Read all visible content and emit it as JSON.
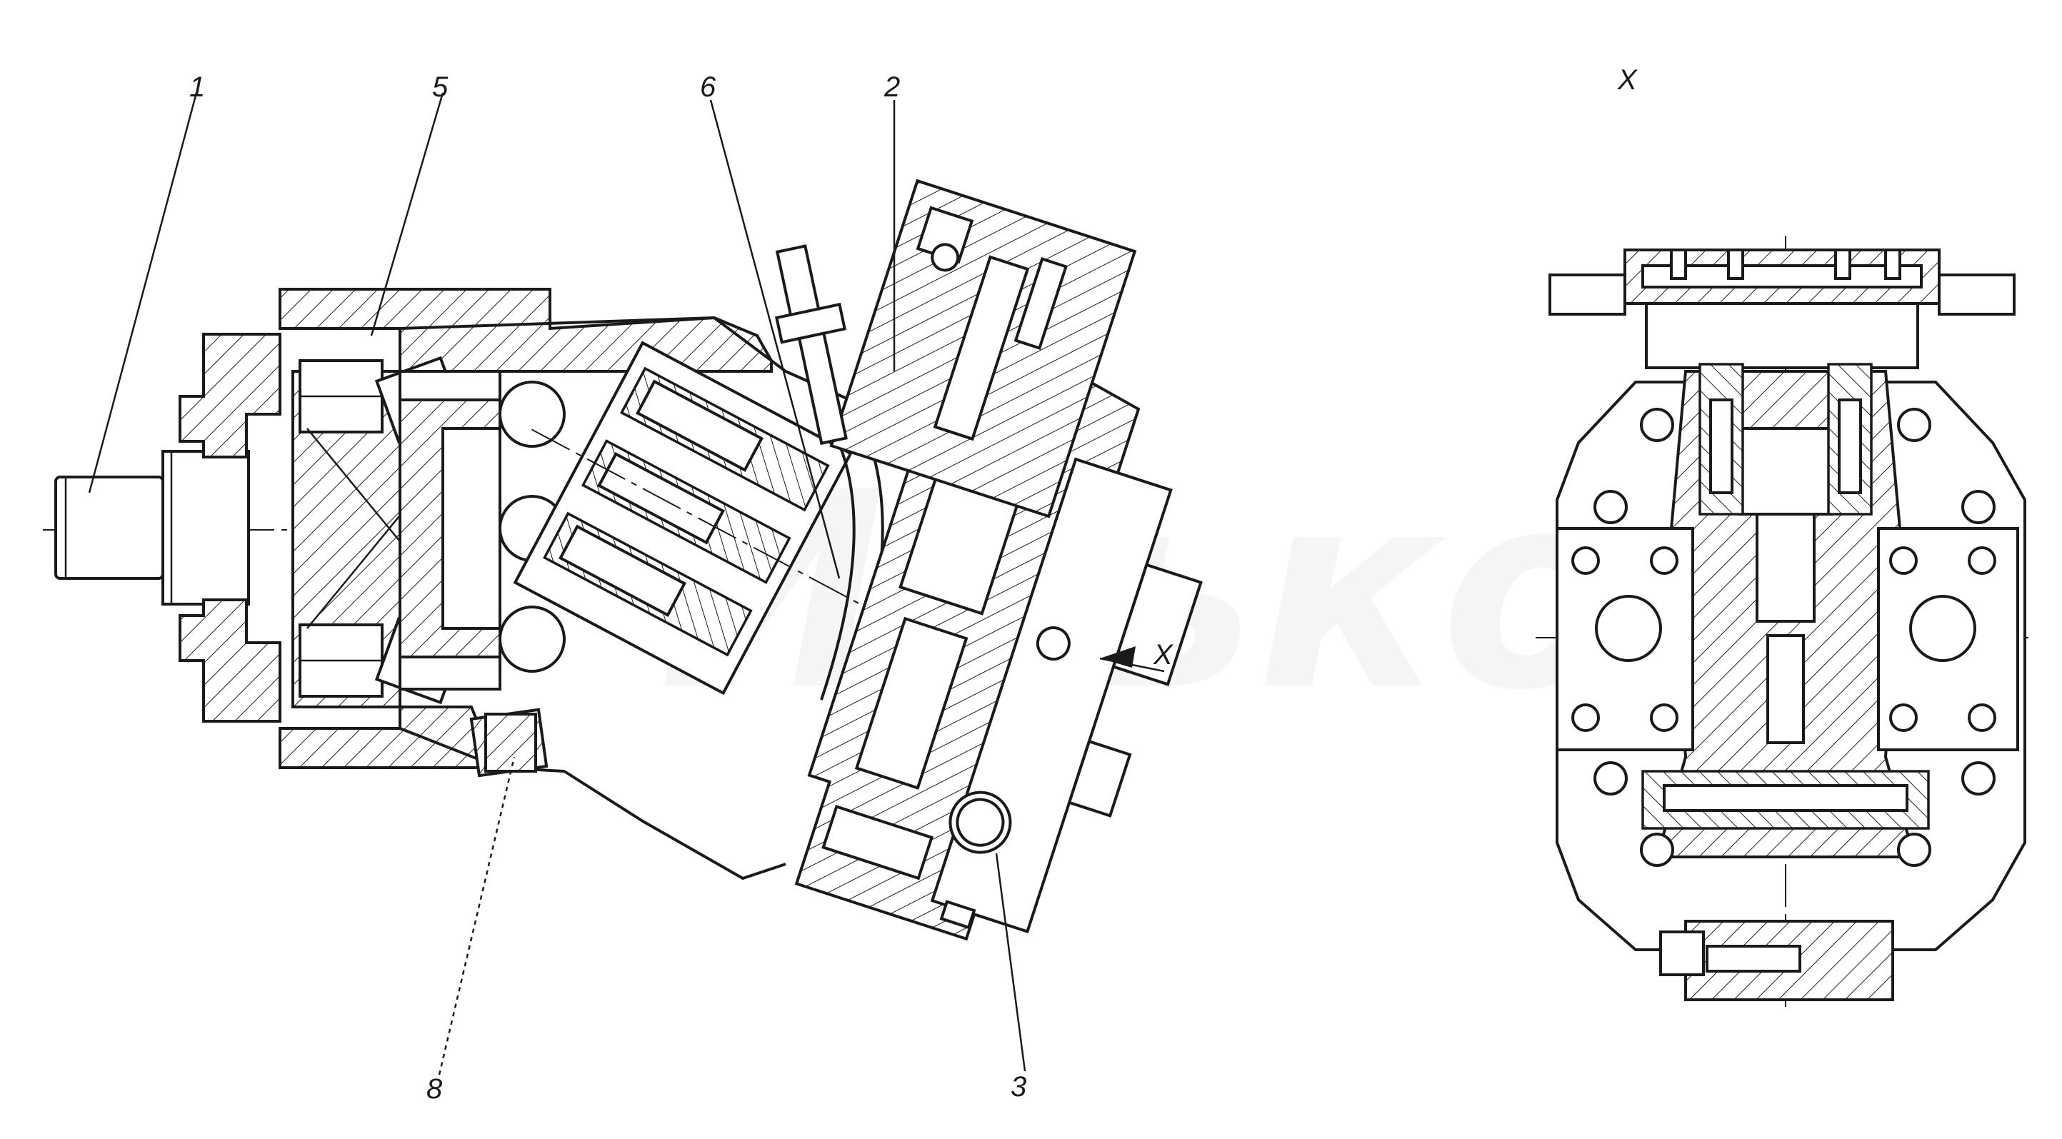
{
  "diagram": {
    "callouts": [
      {
        "id": "1",
        "label": "1"
      },
      {
        "id": "5",
        "label": "5"
      },
      {
        "id": "6",
        "label": "6"
      },
      {
        "id": "2",
        "label": "2"
      },
      {
        "id": "8",
        "label": "8"
      },
      {
        "id": "3",
        "label": "3"
      }
    ],
    "view_arrow_label": "X",
    "view_title": "X",
    "watermark": "Илько"
  }
}
